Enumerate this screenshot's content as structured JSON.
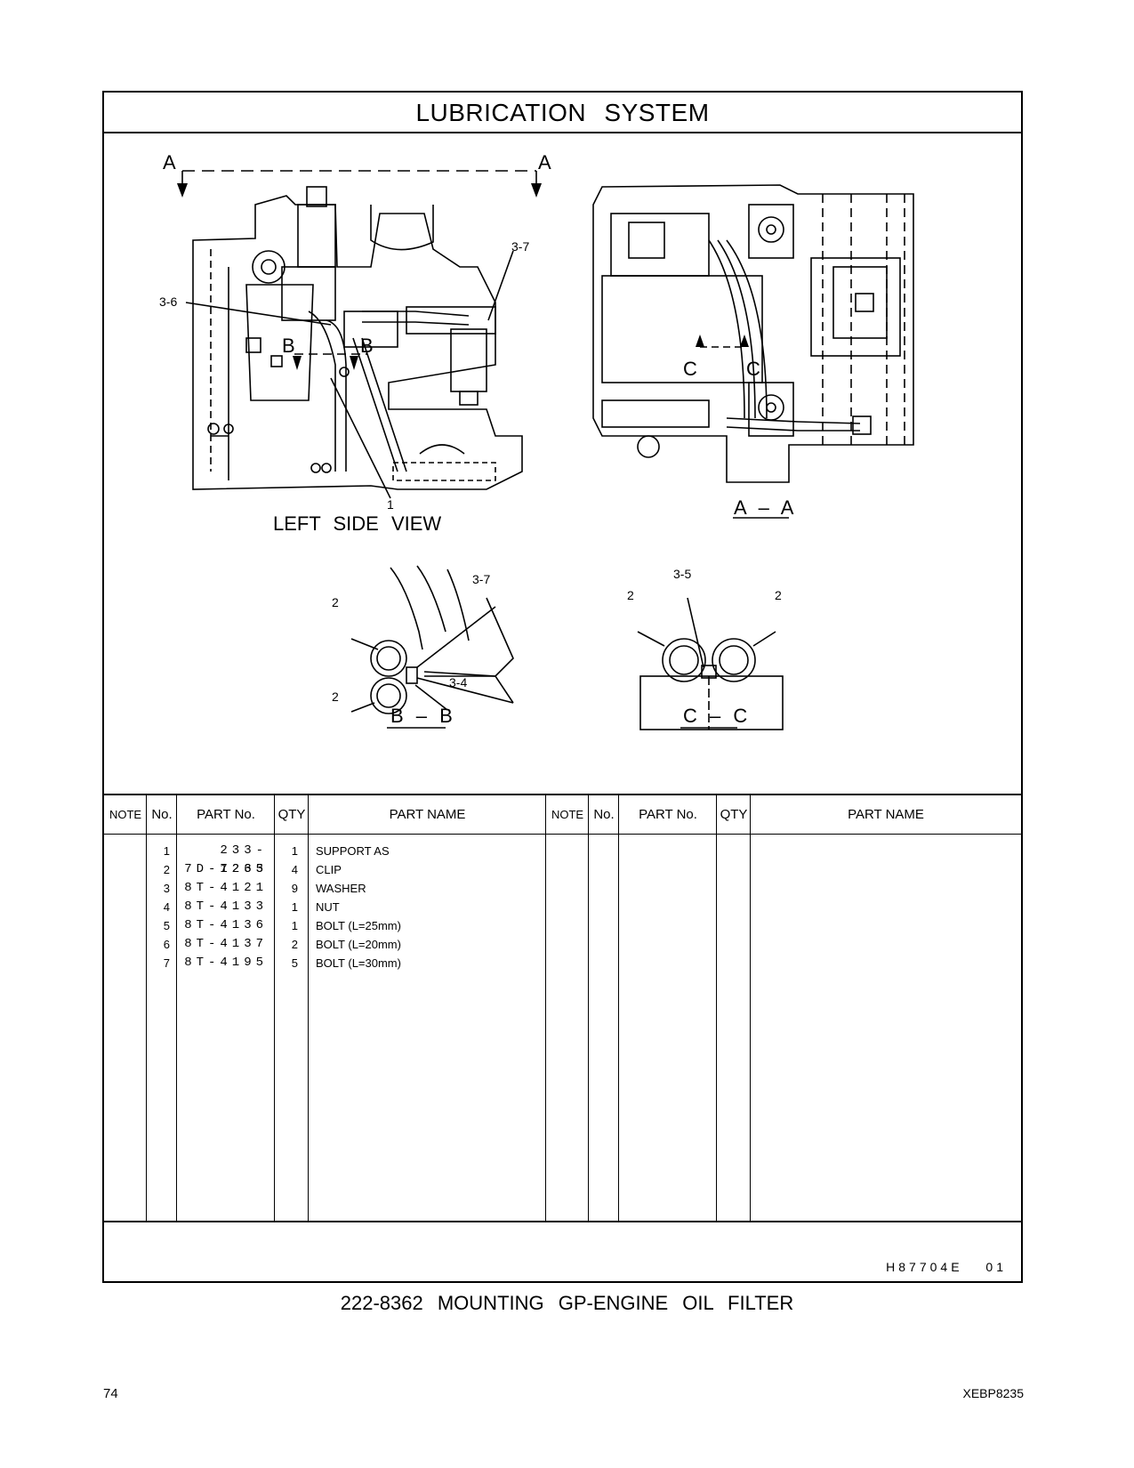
{
  "title": "LUBRICATION SYSTEM",
  "views": {
    "left_side": "LEFT SIDE VIEW",
    "aa": "A – A",
    "bb": "B – B",
    "cc": "C – C",
    "section_a": "A",
    "section_b": "B",
    "section_c": "C"
  },
  "callouts": {
    "c1": "1",
    "c2": "2",
    "c34": "3-4",
    "c35": "3-5",
    "c36": "3-6",
    "c37": "3-7"
  },
  "table": {
    "headers": {
      "note": "NOTE",
      "no": "No.",
      "part_no": "PART No.",
      "qty": "QTY",
      "part_name": "PART NAME"
    },
    "rows": [
      {
        "no": "1",
        "part_no": "233-1265",
        "qty": "1",
        "name": "SUPPORT  AS"
      },
      {
        "no": "2",
        "part_no": "7D-7233",
        "qty": "4",
        "name": "CLIP"
      },
      {
        "no": "3",
        "part_no": "8T-4121",
        "qty": "9",
        "name": "WASHER"
      },
      {
        "no": "4",
        "part_no": "8T-4133",
        "qty": "1",
        "name": "NUT"
      },
      {
        "no": "5",
        "part_no": "8T-4136",
        "qty": "1",
        "name": "BOLT (L=25mm)"
      },
      {
        "no": "6",
        "part_no": "8T-4137",
        "qty": "2",
        "name": "BOLT (L=20mm)"
      },
      {
        "no": "7",
        "part_no": "8T-4195",
        "qty": "5",
        "name": "BOLT (L=30mm)"
      }
    ]
  },
  "drawing_ref": "H87704E 01",
  "caption": "222-8362 MOUNTING GP-ENGINE OIL FILTER",
  "page_number": "74",
  "publication": "XEBP8235"
}
